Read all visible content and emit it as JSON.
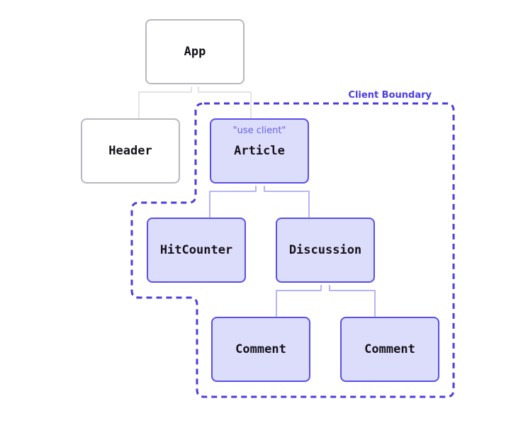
{
  "boundary": {
    "label": "Client Boundary",
    "color": "#4a3de0"
  },
  "nodes": {
    "app": {
      "label": "App",
      "kind": "server"
    },
    "header": {
      "label": "Header",
      "kind": "server"
    },
    "article": {
      "label": "Article",
      "directive": "\"use client\"",
      "kind": "client"
    },
    "hitcounter": {
      "label": "HitCounter",
      "kind": "client"
    },
    "discussion": {
      "label": "Discussion",
      "kind": "client"
    },
    "comment_1": {
      "label": "Comment",
      "kind": "client"
    },
    "comment_2": {
      "label": "Comment",
      "kind": "client"
    }
  },
  "edges": [
    {
      "from": "app",
      "to": "header"
    },
    {
      "from": "app",
      "to": "article"
    },
    {
      "from": "article",
      "to": "hitcounter"
    },
    {
      "from": "article",
      "to": "discussion"
    },
    {
      "from": "discussion",
      "to": "comment_1"
    },
    {
      "from": "discussion",
      "to": "comment_2"
    }
  ],
  "colors": {
    "server_fill": "#ffffff",
    "server_stroke": "#b9b6c2",
    "client_fill": "#dcdcfb",
    "client_stroke": "#5a50e6"
  }
}
